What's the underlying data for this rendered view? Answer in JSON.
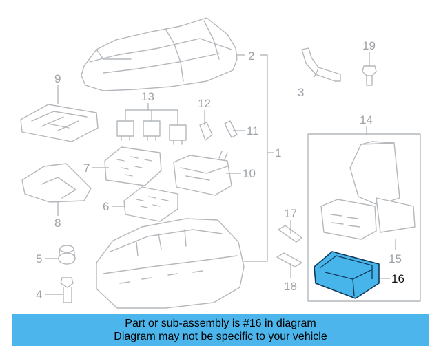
{
  "diagram": {
    "callouts": {
      "c1": "1",
      "c2": "2",
      "c3": "3",
      "c4": "4",
      "c5": "5",
      "c6": "6",
      "c7": "7",
      "c8": "8",
      "c9": "9",
      "c10": "10",
      "c11": "11",
      "c12": "12",
      "c13": "13",
      "c14": "14",
      "c15": "15",
      "c16": "16",
      "c17": "17",
      "c18": "18",
      "c19": "19"
    },
    "highlighted_part": "16",
    "colors": {
      "highlight_fill": "#47b4ea",
      "highlight_outline": "#10395c",
      "line_art": "#b4b8bc",
      "callout_text": "#9ea3a8"
    }
  },
  "banner": {
    "line1": "Part or sub-assembly is #16 in diagram",
    "line2": "Diagram may not be specific to your vehicle",
    "color": "#4cb6ec"
  }
}
